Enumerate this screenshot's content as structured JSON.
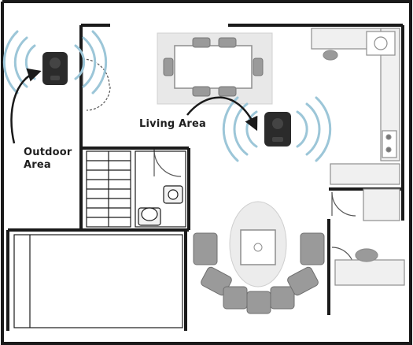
{
  "labels": {
    "outdoor_line1": "Outdoor",
    "outdoor_line2": "Area",
    "living": "Living Area"
  },
  "icons": {
    "speaker": "speaker-icon",
    "signal": "signal-waves-icon",
    "arrow": "curved-arrow-icon"
  },
  "colors": {
    "wall": "#1a1a1a",
    "signal": "#9cc6d8",
    "furniture": "#8e8e8e",
    "rug": "#e8e8e8",
    "speaker": "#2b2b2b"
  }
}
